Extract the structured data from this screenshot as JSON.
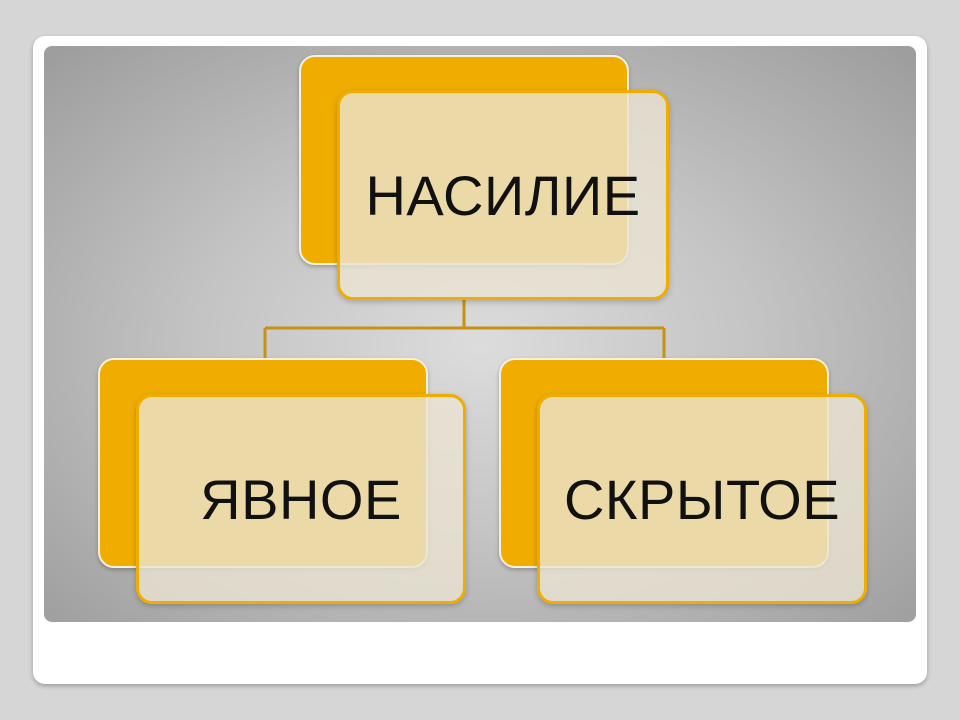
{
  "diagram": {
    "root": {
      "label": "НАСИЛИЕ"
    },
    "children": [
      {
        "label": "ЯВНОЕ"
      },
      {
        "label": "СКРЫТОЕ"
      }
    ]
  },
  "colors": {
    "accent": "#f0ad00",
    "box_fill": "#eae3d2",
    "connector": "#c79212",
    "text": "#111111"
  }
}
